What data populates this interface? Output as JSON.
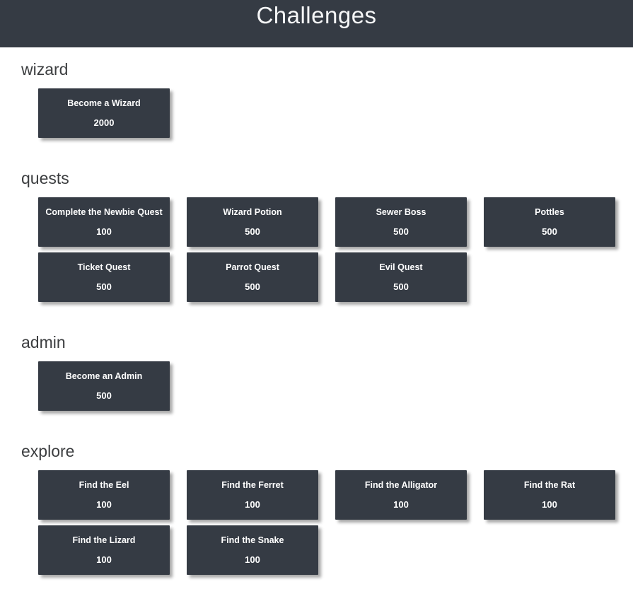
{
  "page": {
    "title": "Challenges"
  },
  "theme": {
    "header_bg": "#353b44",
    "card_bg": "#353b44",
    "card_text": "#ffffff",
    "heading_color": "#3c3e40",
    "page_bg": "#ffffff"
  },
  "sections": [
    {
      "name": "wizard",
      "challenges": [
        {
          "title": "Become a Wizard",
          "points": "2000"
        }
      ]
    },
    {
      "name": "quests",
      "challenges": [
        {
          "title": "Complete the Newbie Quest",
          "points": "100"
        },
        {
          "title": "Wizard Potion",
          "points": "500"
        },
        {
          "title": "Sewer Boss",
          "points": "500"
        },
        {
          "title": "Pottles",
          "points": "500"
        },
        {
          "title": "Ticket Quest",
          "points": "500"
        },
        {
          "title": "Parrot Quest",
          "points": "500"
        },
        {
          "title": "Evil Quest",
          "points": "500"
        }
      ]
    },
    {
      "name": "admin",
      "challenges": [
        {
          "title": "Become an Admin",
          "points": "500"
        }
      ]
    },
    {
      "name": "explore",
      "challenges": [
        {
          "title": "Find the Eel",
          "points": "100"
        },
        {
          "title": "Find the Ferret",
          "points": "100"
        },
        {
          "title": "Find the Alligator",
          "points": "100"
        },
        {
          "title": "Find the Rat",
          "points": "100"
        },
        {
          "title": "Find the Lizard",
          "points": "100"
        },
        {
          "title": "Find the Snake",
          "points": "100"
        }
      ]
    }
  ]
}
